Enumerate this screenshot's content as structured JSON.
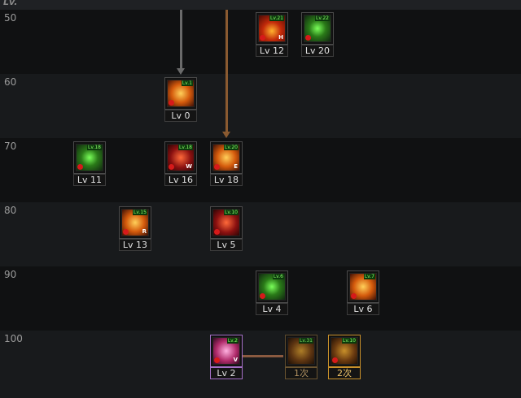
{
  "header": {
    "lv_label": "Lv."
  },
  "rows": [
    {
      "label": "50"
    },
    {
      "label": "60"
    },
    {
      "label": "70"
    },
    {
      "label": "80"
    },
    {
      "label": "90"
    },
    {
      "label": "100"
    }
  ],
  "skills": [
    {
      "label": "Lv 12",
      "badge": "Lv.21",
      "letter": "H",
      "art": "red"
    },
    {
      "label": "Lv 20",
      "badge": "Lv.22",
      "letter": "",
      "art": "green"
    },
    {
      "label": "Lv 0",
      "badge": "Lv.1",
      "letter": "",
      "art": "orange"
    },
    {
      "label": "Lv 11",
      "badge": "Lv.18",
      "letter": "",
      "art": "green"
    },
    {
      "label": "Lv 16",
      "badge": "Lv.18",
      "letter": "W",
      "art": "crimson"
    },
    {
      "label": "Lv 18",
      "badge": "Lv.20",
      "letter": "E",
      "art": "orange"
    },
    {
      "label": "Lv 13",
      "badge": "Lv.15",
      "letter": "R",
      "art": "orange"
    },
    {
      "label": "Lv 5",
      "badge": "Lv.10",
      "letter": "",
      "art": "crimson"
    },
    {
      "label": "Lv 4",
      "badge": "Lv.6",
      "letter": "",
      "art": "green"
    },
    {
      "label": "Lv 6",
      "badge": "Lv.7",
      "letter": "",
      "art": "orange"
    },
    {
      "label": "Lv 2",
      "badge": "Lv.2",
      "letter": "V",
      "art": "pink"
    },
    {
      "label": "1次",
      "badge": "Lv.31",
      "letter": "",
      "art": "dark"
    },
    {
      "label": "2次",
      "badge": "Lv.10",
      "letter": "",
      "art": "dark"
    }
  ],
  "colors": {
    "arrow_gray": "#6a6a6a",
    "arrow_brown": "#8a5a30",
    "selected_border": "#a46fc6",
    "gold_border": "#c9912a"
  }
}
